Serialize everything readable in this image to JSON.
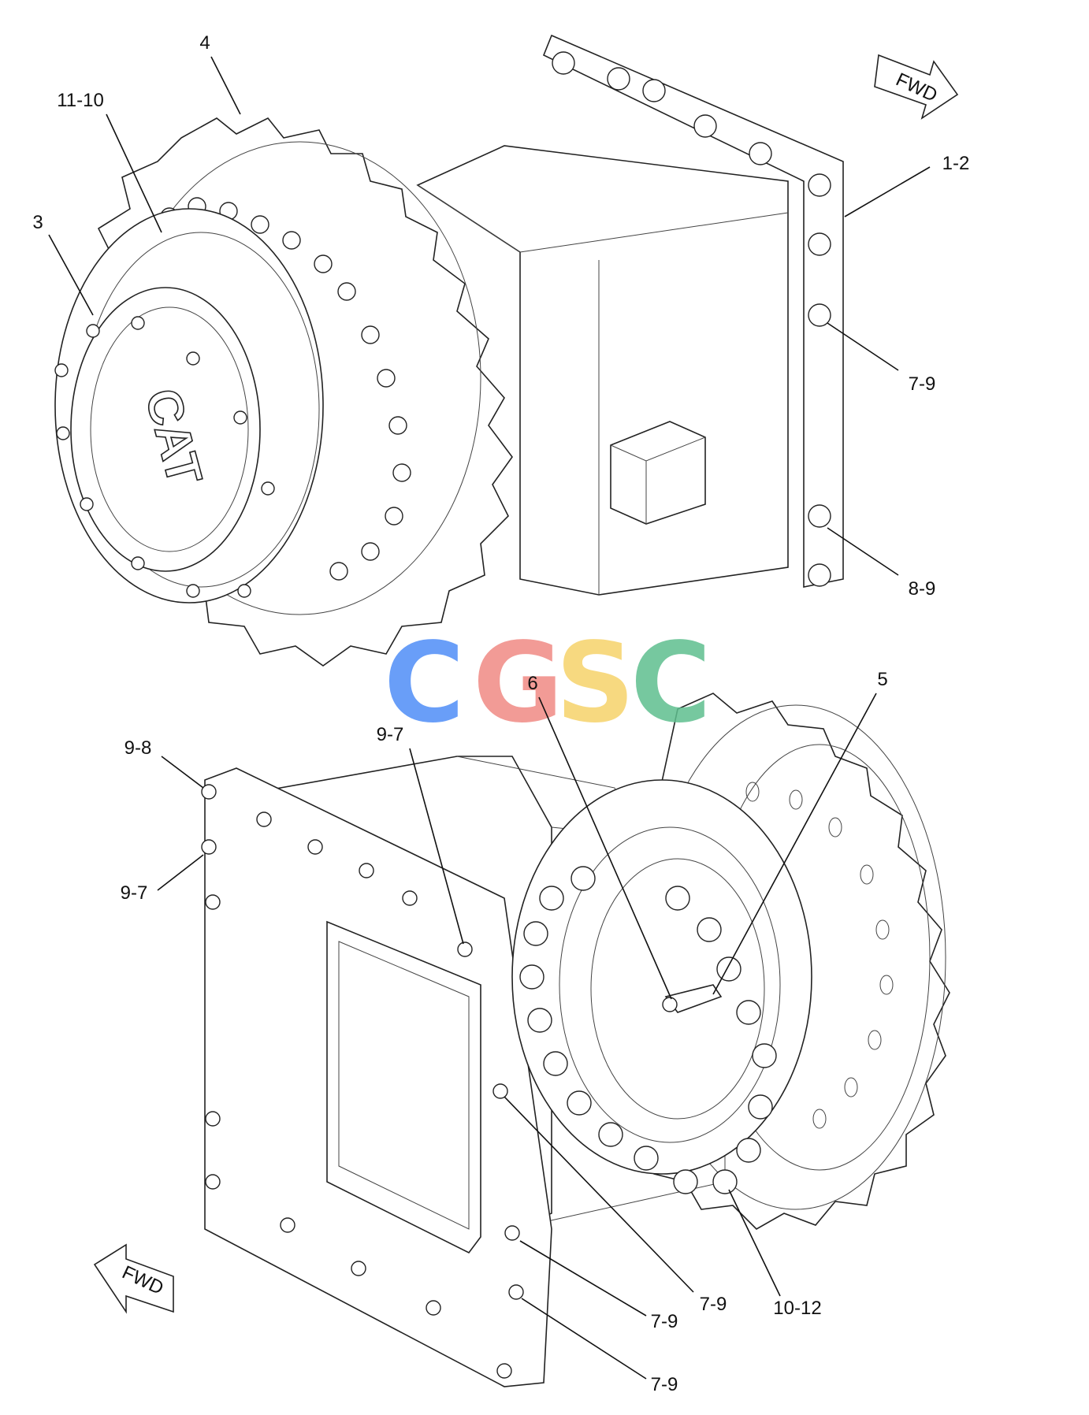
{
  "direction_markers": [
    {
      "text": "FWD"
    },
    {
      "text": "FWD"
    }
  ],
  "logo_text": "CAT",
  "watermark": {
    "letters": [
      "C",
      "G",
      "S",
      "C"
    ],
    "colors": [
      "#4f8ef7",
      "#f08a84",
      "#f6d36a",
      "#5fbf8f"
    ]
  },
  "callouts": [
    {
      "id": "4",
      "text": "4"
    },
    {
      "id": "11-10",
      "text": "11-10"
    },
    {
      "id": "3",
      "text": "3"
    },
    {
      "id": "1-2",
      "text": "1-2"
    },
    {
      "id": "7-9-a",
      "text": "7-9"
    },
    {
      "id": "8-9",
      "text": "8-9"
    },
    {
      "id": "6",
      "text": "6"
    },
    {
      "id": "5",
      "text": "5"
    },
    {
      "id": "9-8",
      "text": "9-8"
    },
    {
      "id": "9-7-a",
      "text": "9-7"
    },
    {
      "id": "9-7-b",
      "text": "9-7"
    },
    {
      "id": "7-9-b",
      "text": "7-9"
    },
    {
      "id": "10-12",
      "text": "10-12"
    },
    {
      "id": "7-9-c",
      "text": "7-9"
    },
    {
      "id": "7-9-d",
      "text": "7-9"
    }
  ]
}
